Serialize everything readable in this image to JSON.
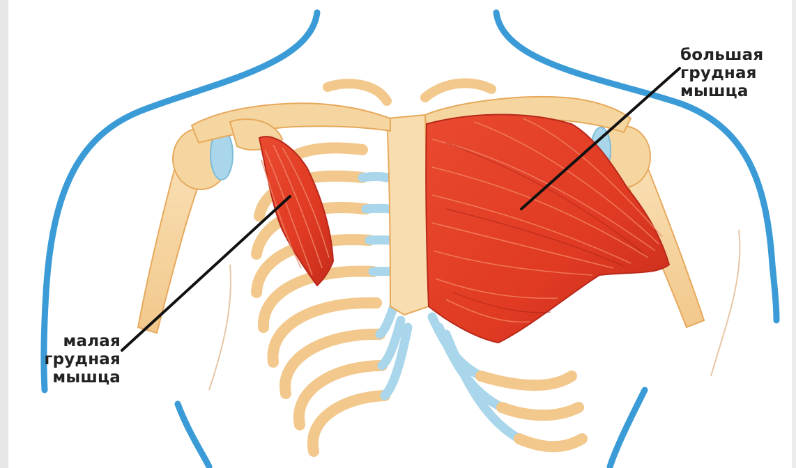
{
  "labels": {
    "pectoralis_minor": [
      "малая",
      "грудная",
      "мышца"
    ],
    "pectoralis_major": [
      "большая",
      "грудная",
      "мышца"
    ]
  },
  "colors": {
    "background": "#ffffff",
    "skin_outline": "#3a9bd6",
    "bone": "#f4cf98",
    "bone_shadow": "#e6a95c",
    "cartilage": "#a9d6ea",
    "muscle": "#e03a22",
    "muscle_dark": "#b8281a",
    "leader_line": "#111111",
    "label_text": "#222222"
  }
}
